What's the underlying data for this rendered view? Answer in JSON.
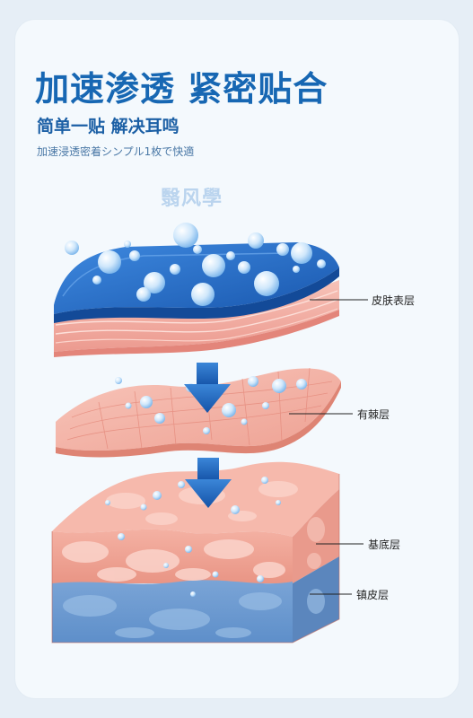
{
  "headline": "加速渗透  紧密贴合",
  "subheadline": "简单一贴 解决耳鸣",
  "japanese_tagline": "加速浸透密着シンプル1枚で快適",
  "brand_mark": "翳风學",
  "layers": {
    "epidermis": "皮肤表层",
    "spinous": "有棘层",
    "basal": "基底层",
    "lucid": "镇皮层"
  },
  "colors": {
    "title_blue": "#1767b3",
    "patch_blue": "#1f6fc9",
    "skin_pink": "#f2a79a",
    "arrow_blue": "#1a63b8"
  }
}
